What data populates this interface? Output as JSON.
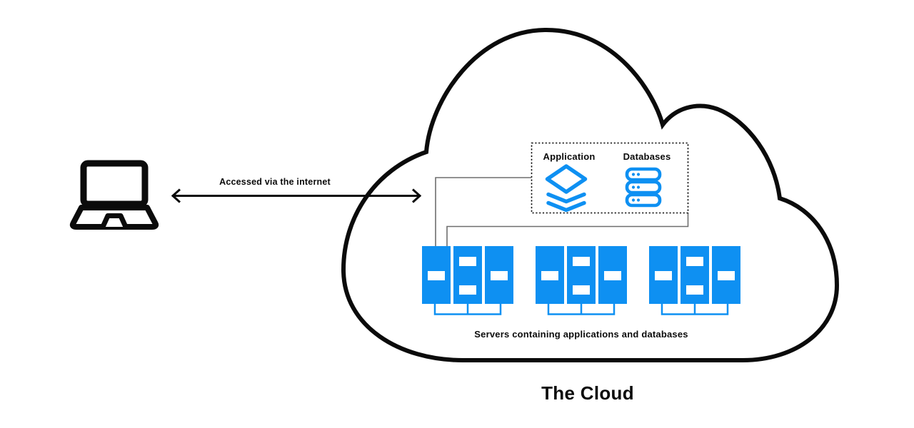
{
  "colors": {
    "accent_blue": "#0e90f2",
    "connector_gray": "#6e6e6e",
    "ink": "#0b0b0b"
  },
  "client": {
    "icon": "laptop-icon"
  },
  "connection": {
    "label": "Accessed via the internet",
    "icon": "double-headed-arrow-icon"
  },
  "cloud": {
    "title": "The Cloud",
    "group_box": {
      "application": {
        "label": "Application",
        "icon": "layers-stack-icon"
      },
      "databases": {
        "label": "Databases",
        "icon": "database-server-stack-icon"
      }
    },
    "servers": {
      "caption": "Servers containing applications and databases",
      "group_count": 3,
      "icon": "server-rack-icon"
    }
  }
}
